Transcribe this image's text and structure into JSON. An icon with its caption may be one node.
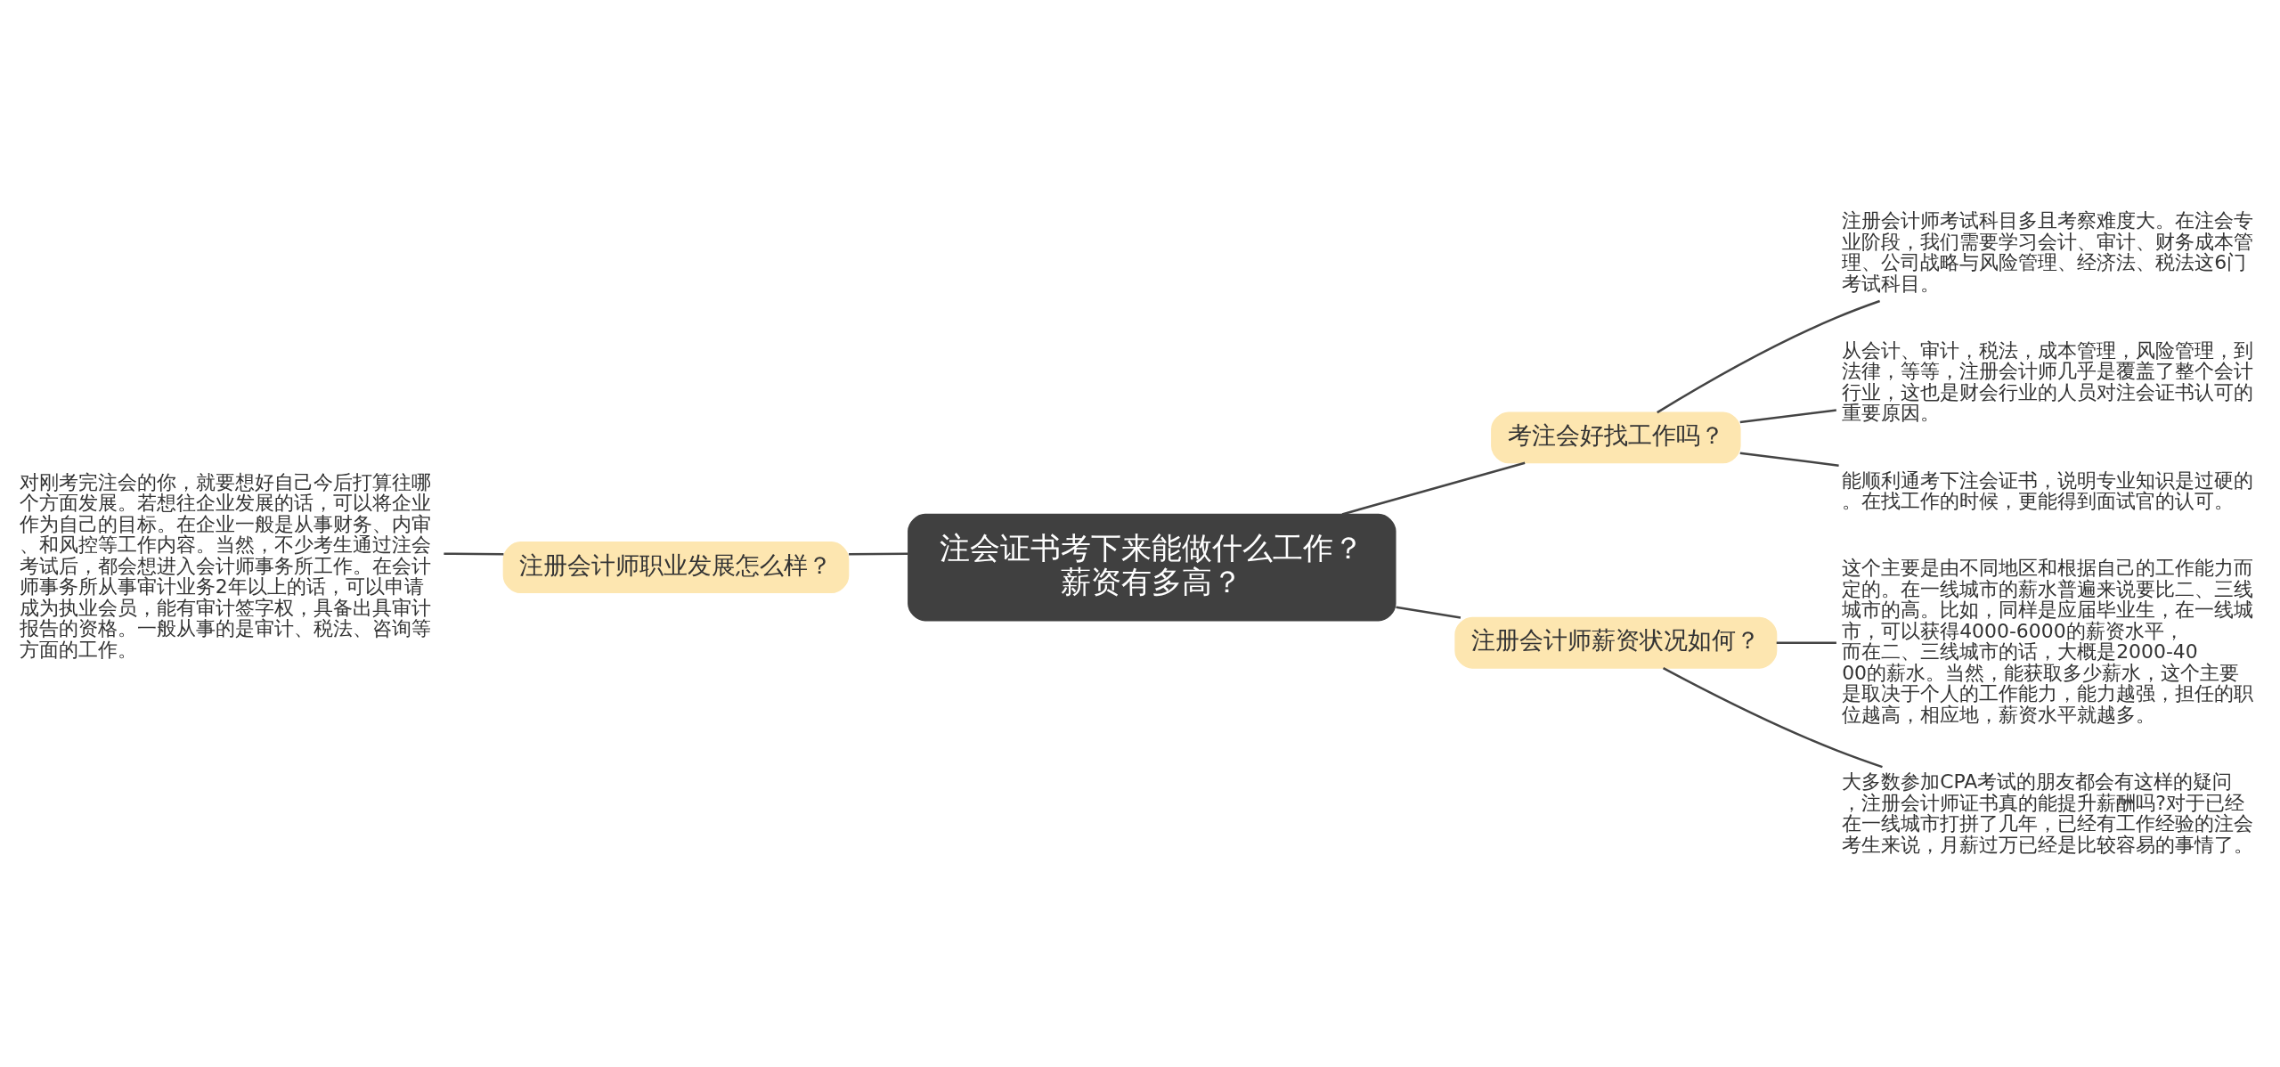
{
  "diagram": {
    "nodes": [
      {
        "text": [
          "注会证书考下来能做什么工作？薪资有多高？"
        ]
      },
      {
        "text": [
          "注册会计师职业发展怎么样？"
        ]
      },
      {
        "text": [
          "对刚考完注会的你，就要想好自己今后打算往哪个方面发展。若想往企业发展的话，可以将企业作为自己的目标。在企业一般是从事财务、内审、和风控等工作内容。当然，不少考生通过注会考试后，都会想进入会计师事务所工作。在会计师事务所从事审计业务2年以上的话，可以申请成为执业会员，能有审计签字权，具备出具审计报告的资格。一般从事的是审计、税法、咨询等方面的工作。"
        ]
      },
      {
        "text": [
          "考注会好找工作吗？"
        ]
      },
      {
        "text": [
          "注册会计师考试科目多且考察难度大。在注会专业阶段，我们需要学习会计、审计、财务成本管理、公司战略与风险管理、经济法、税法这6门考试科目。"
        ]
      },
      {
        "text": [
          "从会计、审计，税法，成本管理，风险管理，到法律，等等，注册会计师几乎是覆盖了整个会计行业，这也是财会行业的人员对注会证书认可的重要原因。"
        ]
      },
      {
        "text": [
          "能顺利通考下注会证书，说明专业知识是过硬的。在找工作的时候，更能得到面试官的认可。"
        ]
      },
      {
        "text": [
          "注册会计师薪资状况如何？"
        ]
      },
      {
        "text": [
          "这个主要是由不同地区和根据自己的工作能力而定的。在一线城市的薪水普遍来说要比二、三线城市的高。比如，同样是应届毕业生，在一线城市，可以获得4000-6000的薪资水平，而在二、三线城市的话，大概是2000-4000的薪水。当然，能获取多少薪水，这个主要是取决于个人的工作能力，能力越强，担任的职位越高，相应地，薪资水平就越多。"
        ]
      },
      {
        "text": [
          "大多数参加CPA考试的朋友都会有这样的疑问，注册会计师证书真的能提升薪酬吗?对于已经在一线城市打拼了几年，已经有工作经验的注会考生来说，月薪过万已经是比较容易的事情了。"
        ]
      }
    ],
    "edges": [
      {
        "from": 0,
        "to": 1,
        "arrow": "none"
      },
      {
        "from": 1,
        "to": 2,
        "arrow": "none"
      },
      {
        "from": 0,
        "to": 3,
        "arrow": "none"
      },
      {
        "from": 3,
        "to": 4,
        "arrow": "none"
      },
      {
        "from": 3,
        "to": 5,
        "arrow": "none"
      },
      {
        "from": 3,
        "to": 6,
        "arrow": "none"
      },
      {
        "from": 0,
        "to": 7,
        "arrow": "none"
      },
      {
        "from": 7,
        "to": 8,
        "arrow": "none"
      },
      {
        "from": 7,
        "to": 9,
        "arrow": "none"
      }
    ]
  }
}
